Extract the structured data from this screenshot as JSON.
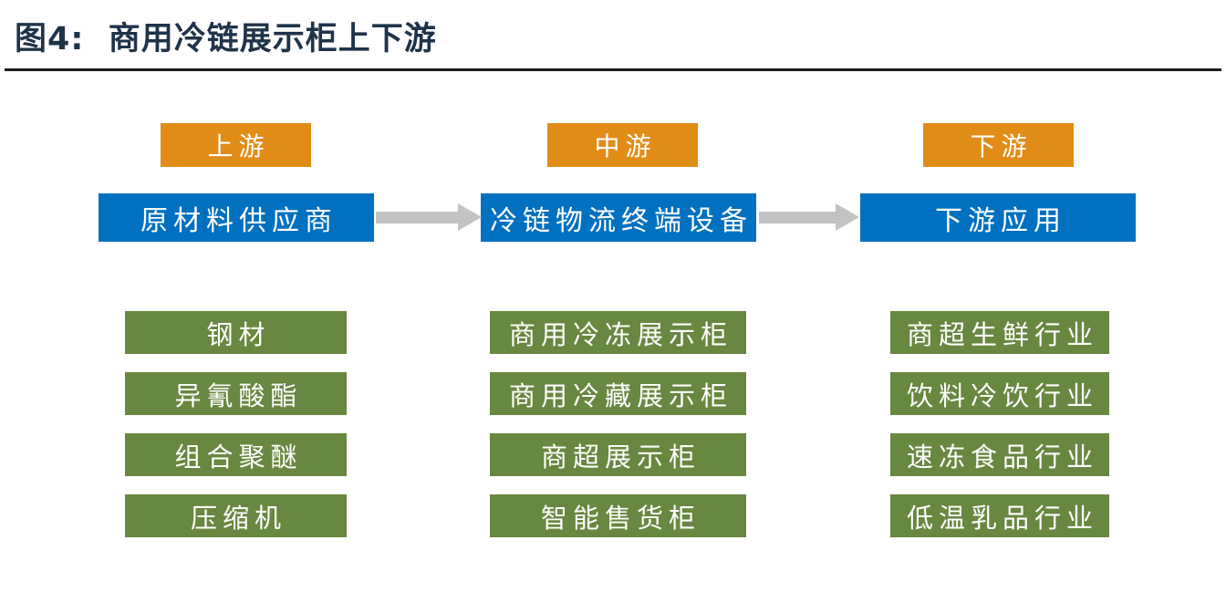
{
  "title": "图4:  商用冷链展示柜上下游",
  "colors": {
    "title-color": "#1F3349",
    "rule-color": "#1B1B1B",
    "stage-bg": "#E28C18",
    "category-bg": "#0070C0",
    "item-bg": "#688740",
    "arrow": "#C3C3C3",
    "box-text": "#FFFFFF"
  },
  "columns": [
    {
      "stage_label": "上游",
      "category": "原材料供应商",
      "items": [
        "钢材",
        "异氰酸酯",
        "组合聚醚",
        "压缩机"
      ]
    },
    {
      "stage_label": "中游",
      "category": "冷链物流终端设备",
      "items": [
        "商用冷冻展示柜",
        "商用冷藏展示柜",
        "商超展示柜",
        "智能售货柜"
      ]
    },
    {
      "stage_label": "下游",
      "category": "下游应用",
      "items": [
        "商超生鲜行业",
        "饮料冷饮行业",
        "速冻食品行业",
        "低温乳品行业"
      ]
    }
  ]
}
